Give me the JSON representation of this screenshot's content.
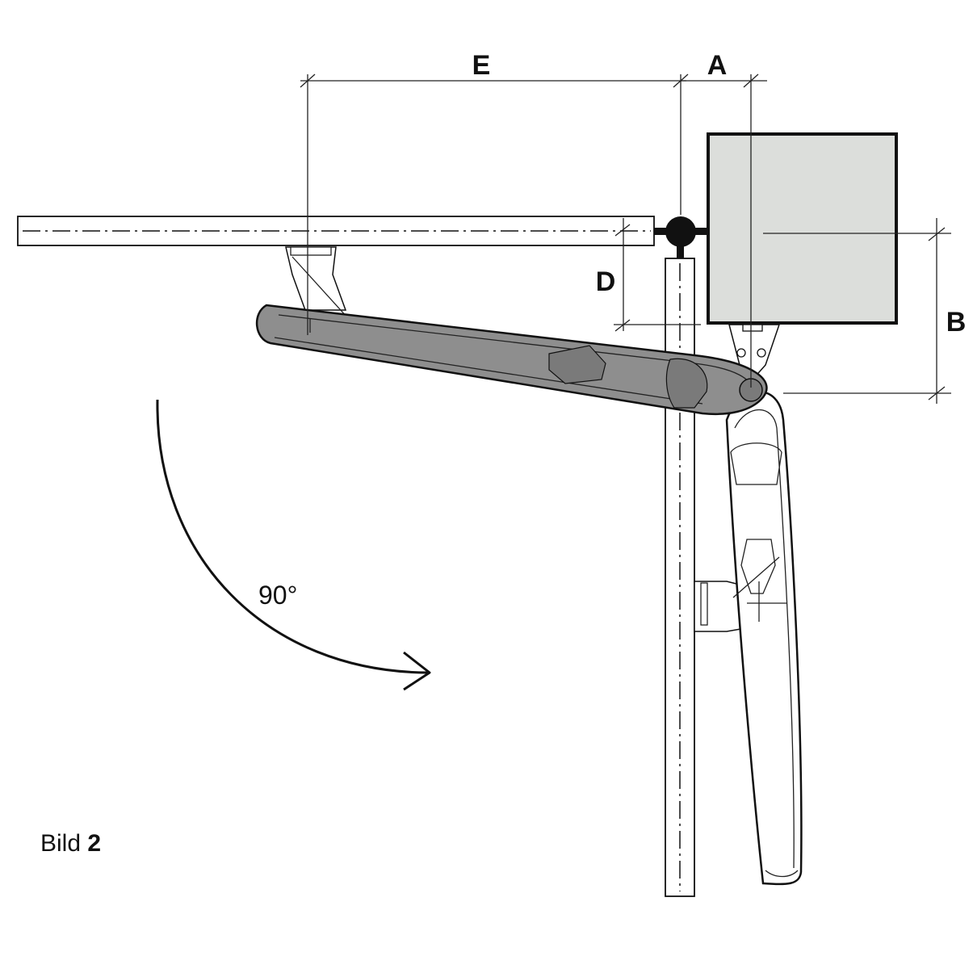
{
  "labels": {
    "dim_e": "E",
    "dim_a": "A",
    "dim_b": "B",
    "dim_d": "D",
    "angle": "90°"
  },
  "caption": {
    "prefix": "Bild",
    "number": "2"
  },
  "colors": {
    "housing_fill": "#dcdedb",
    "arm_closed_fill": "#8e8e8e",
    "arm_open_fill": "#ffffff",
    "stroke": "#111111"
  }
}
